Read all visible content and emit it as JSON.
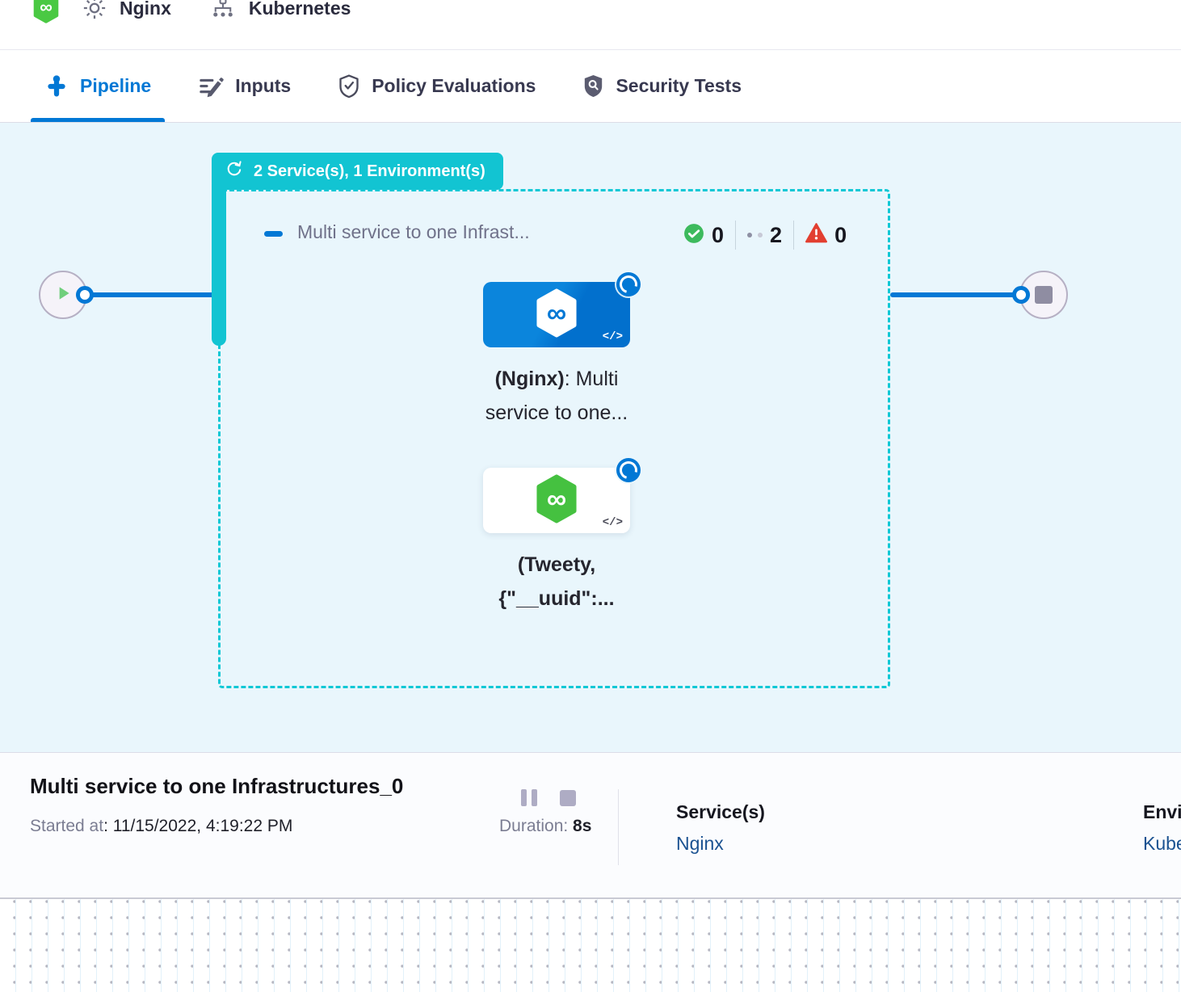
{
  "colors": {
    "primary_blue": "#0278d5",
    "teal": "#12c4d2",
    "canvas_bg": "#e9f6fc",
    "success_green": "#3dba5d",
    "error_red": "#e23f30",
    "link_navy": "#1b5291"
  },
  "header": {
    "service_name": "Nginx",
    "environment_name": "Kubernetes"
  },
  "tabs": [
    {
      "label": "Pipeline",
      "active": true
    },
    {
      "label": "Inputs",
      "active": false
    },
    {
      "label": "Policy Evaluations",
      "active": false
    },
    {
      "label": "Security Tests",
      "active": false
    }
  ],
  "canvas": {
    "loop_badge": "2 Service(s), 1 Environment(s)",
    "stage": {
      "title": "Multi service to one Infrast...",
      "success_count": "0",
      "running_count": "2",
      "failed_count": "0"
    },
    "nodes": [
      {
        "name_bold": "(Nginx)",
        "name_rest": ": Multi",
        "line2": "service to one..."
      },
      {
        "line1": "(Tweety,",
        "line2": "{\"__uuid\":..."
      }
    ]
  },
  "icons": {
    "code_glyph": "</>",
    "infinity_glyph": "∞"
  },
  "footer": {
    "title": "Multi service to one Infrastructures_0",
    "started_label": "Started at",
    "started_value": ": 11/15/2022, 4:19:22 PM",
    "duration_label": "Duration: ",
    "duration_value": "8s",
    "services_label": "Service(s)",
    "services_value": "Nginx",
    "environments_label": "Environment(s)",
    "environments_value": "Kubernetes"
  }
}
